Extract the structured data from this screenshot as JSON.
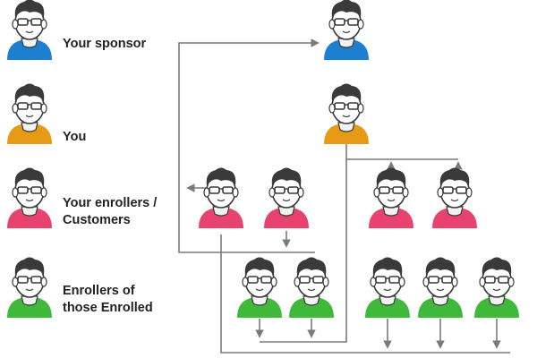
{
  "colors": {
    "sponsor": "#1e7fd0",
    "you": "#e69a16",
    "enroller": "#e8436e",
    "enrolled": "#3fb939",
    "connector": "#7a7a7a",
    "label": "#222222"
  },
  "legend": {
    "sponsor_label": "Your sponsor",
    "you_label": "You",
    "enroller_label": "Your enrollers /\nCustomers",
    "enrolled_label": "Enrollers of\nthose Enrolled"
  },
  "icon_name": "user-avatar-icon"
}
